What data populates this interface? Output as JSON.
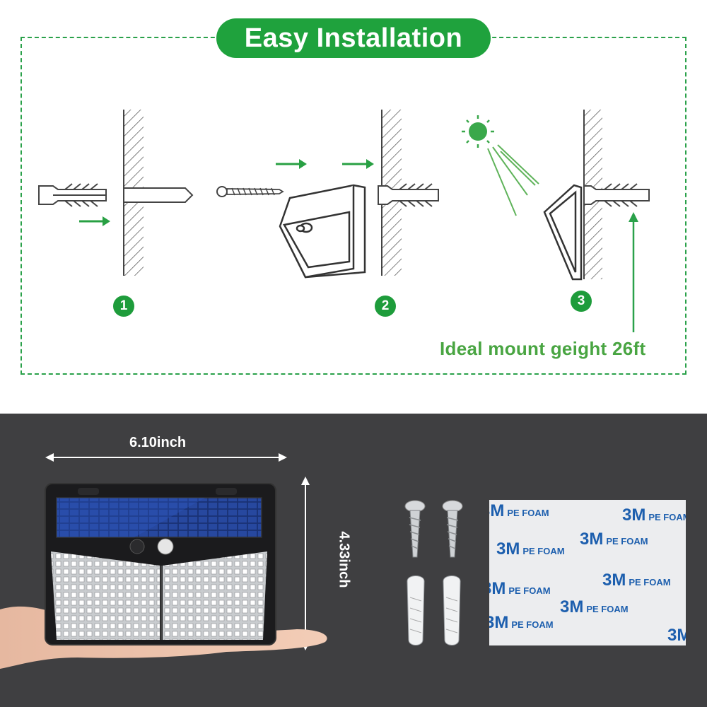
{
  "header": {
    "title": "Easy Installation"
  },
  "steps": [
    {
      "number": "1"
    },
    {
      "number": "2"
    },
    {
      "number": "3"
    }
  ],
  "mount_note": "Ideal mount geight 26ft",
  "dimensions": {
    "width": "6.10inch",
    "height": "4.33inch"
  },
  "tape": {
    "brand": "3M",
    "type": "PE FOAM"
  },
  "colors": {
    "accent_green": "#1fa23d",
    "panel_bg": "#3f3f41",
    "tape_text": "#1d5fae"
  },
  "icons": [
    "wall-plug-icon",
    "drill-bit-icon",
    "screw-icon",
    "sun-icon",
    "arrow-right-icon",
    "arrow-up-icon",
    "solar-light-icon"
  ]
}
